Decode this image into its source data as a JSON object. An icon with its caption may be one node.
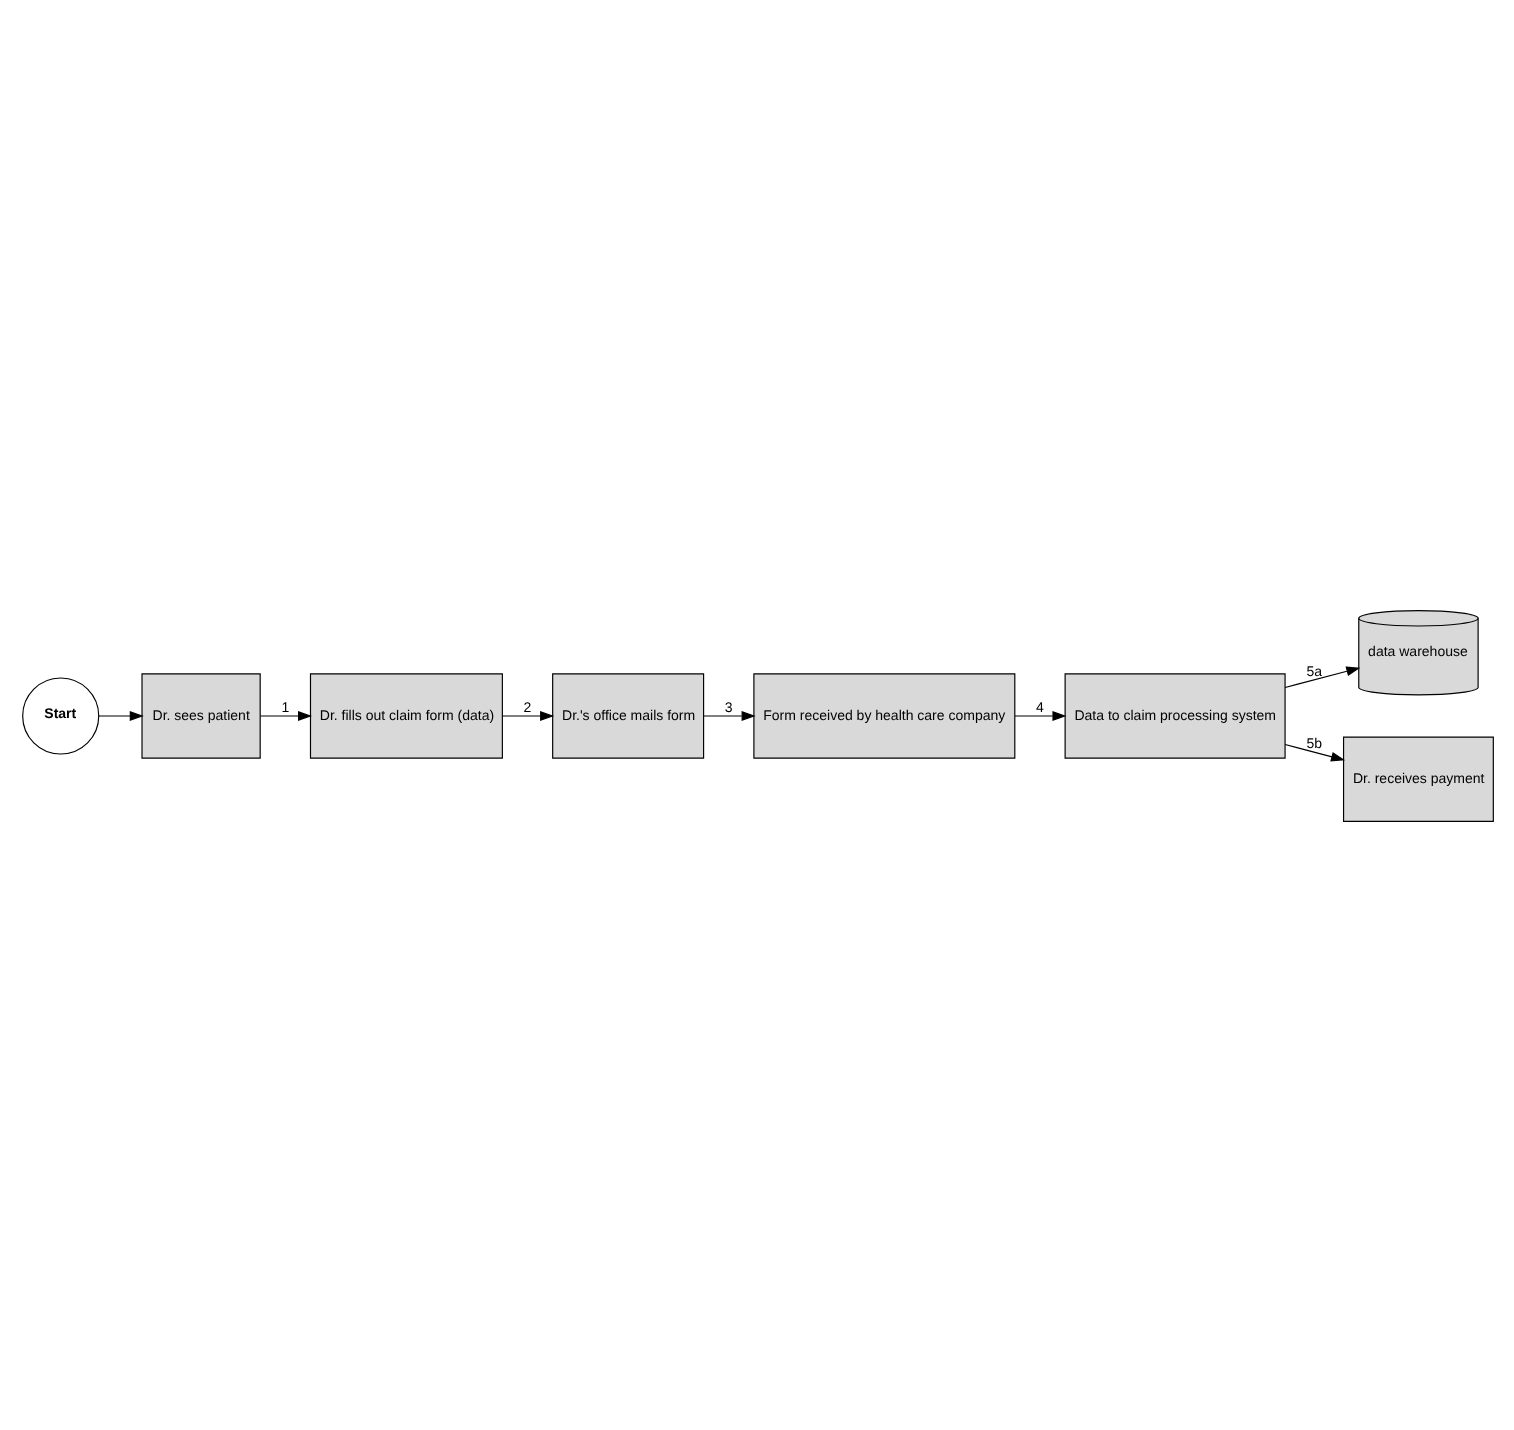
{
  "diagram": {
    "nodes": [
      {
        "text": [
          "Start"
        ]
      },
      {
        "text": [
          "Dr. sees patient"
        ]
      },
      {
        "text": [
          "Dr. fills out claim form (data)"
        ]
      },
      {
        "text": [
          "Dr.'s office mails form"
        ]
      },
      {
        "text": [
          "Form received by health care company"
        ]
      },
      {
        "text": [
          "Data to claim processing system"
        ]
      },
      {
        "text": [
          "data warehouse"
        ]
      },
      {
        "text": [
          "Dr. receives payment"
        ]
      }
    ],
    "edges": [
      {
        "from": 0,
        "to": 1,
        "arrow": "to"
      },
      {
        "from": 1,
        "to": 2,
        "arrow": "to",
        "label": "1"
      },
      {
        "from": 2,
        "to": 3,
        "arrow": "to",
        "label": "2"
      },
      {
        "from": 3,
        "to": 4,
        "arrow": "to",
        "label": "3"
      },
      {
        "from": 4,
        "to": 5,
        "arrow": "to",
        "label": "4"
      },
      {
        "from": 5,
        "to": 6,
        "arrow": "to",
        "label": "5a"
      },
      {
        "from": 5,
        "to": 7,
        "arrow": "to",
        "label": "5b"
      }
    ]
  }
}
